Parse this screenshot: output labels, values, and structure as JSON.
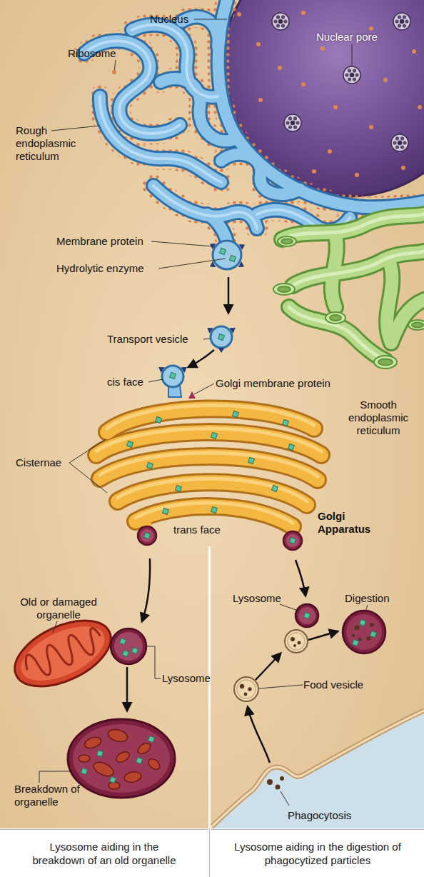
{
  "diagram": {
    "nodes": [
      {
        "text": [
          "Lysosome aiding in the breakdown of an old organelle"
        ]
      },
      {
        "text": [
          "Lysosome aiding in the digestion of phagocytized particles"
        ]
      }
    ],
    "labels": [
      "Nucleus",
      "Ribosome",
      "Nuclear pore",
      "Rough endoplasmic reticulum",
      "Membrane protein",
      "Hydrolytic enzyme",
      "Transport vesicle",
      "cis face",
      "Golgi membrane protein",
      "Smooth endoplasmic reticulum",
      "Cisternae",
      "Golgi Apparatus",
      "trans face",
      "Old or damaged organelle",
      "Lysosome",
      "Lysosome",
      "Digestion",
      "Food vesicle",
      "Breakdown of organelle",
      "Phagocytosis"
    ]
  }
}
